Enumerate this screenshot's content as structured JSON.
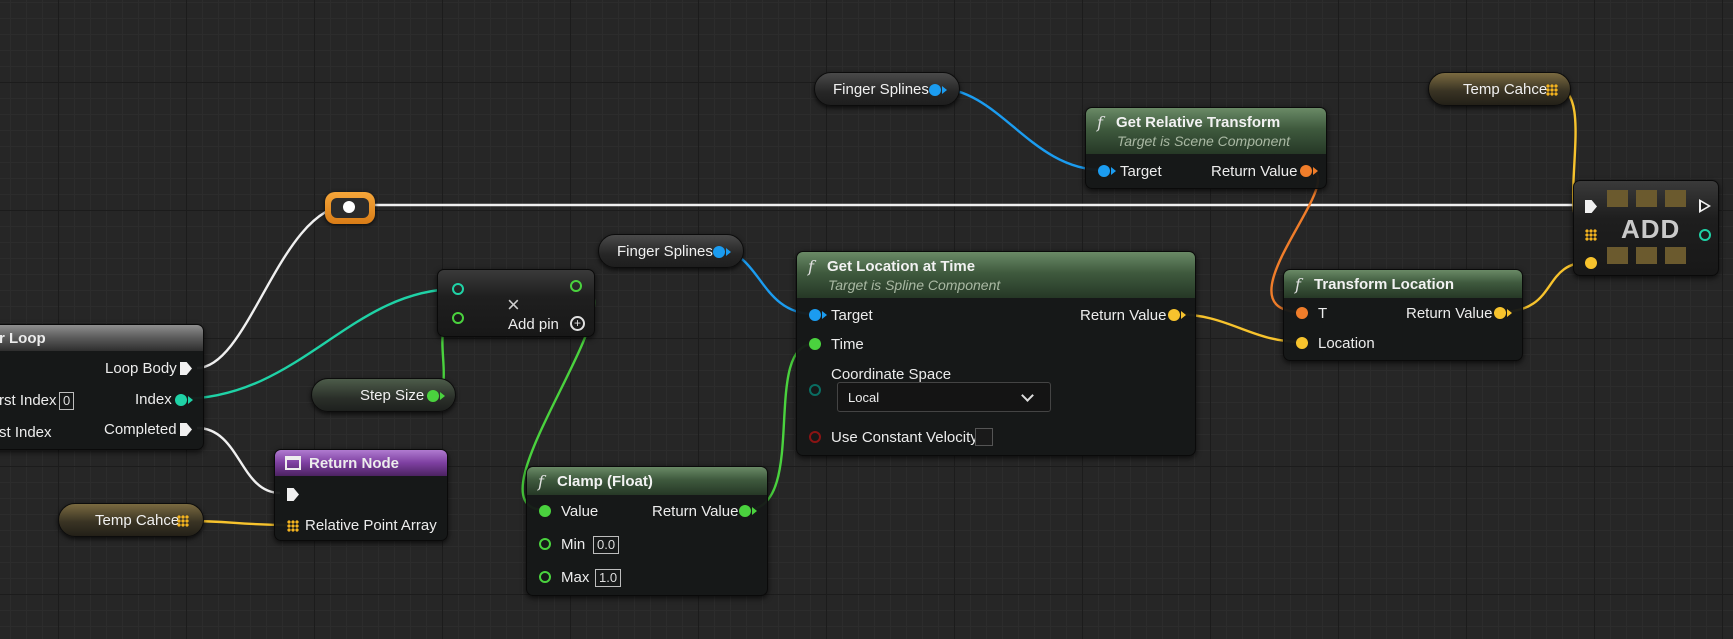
{
  "colors": {
    "exec": "#f0f0f0",
    "object": "#1b9cf0",
    "float": "#4ad23e",
    "int": "#1fd2a6",
    "vector": "#f7c32d",
    "transform": "#f07d2a",
    "bool": "#8a1414",
    "enum": "#0a6d62"
  },
  "for_loop": {
    "title": "r Loop",
    "loop_body": "Loop Body",
    "first_index_label": "rst Index",
    "first_index_value": "0",
    "index": "Index",
    "last_index_label": "st Index",
    "completed": "Completed"
  },
  "return_node": {
    "title": "Return Node",
    "relative_point_array": "Relative Point Array"
  },
  "var_temp_cahce_left": {
    "label": "Temp Cahce"
  },
  "var_temp_cahce_right": {
    "label": "Temp Cahce"
  },
  "var_step_size": {
    "label": "Step Size"
  },
  "var_finger_splines_top": {
    "label": "Finger Splines"
  },
  "var_finger_splines_mid": {
    "label": "Finger Splines"
  },
  "add_pin_node": {
    "add_pin": "Add pin",
    "remove_icon": "×"
  },
  "clamp_node": {
    "title": "Clamp (Float)",
    "value": "Value",
    "return_value": "Return Value",
    "min": "Min",
    "min_value": "0.0",
    "max": "Max",
    "max_value": "1.0"
  },
  "get_location_node": {
    "title": "Get Location at Time",
    "subtitle": "Target is Spline Component",
    "target": "Target",
    "return_value": "Return Value",
    "time": "Time",
    "coordinate_space": "Coordinate Space",
    "coordinate_space_value": "Local",
    "use_constant_velocity": "Use Constant Velocity"
  },
  "get_relative_transform_node": {
    "title": "Get Relative Transform",
    "subtitle": "Target is Scene Component",
    "target": "Target",
    "return_value": "Return Value"
  },
  "transform_location_node": {
    "title": "Transform Location",
    "t": "T",
    "location": "Location",
    "return_value": "Return Value"
  },
  "add_node": {
    "label": "ADD"
  },
  "icons": {
    "function": "f"
  }
}
